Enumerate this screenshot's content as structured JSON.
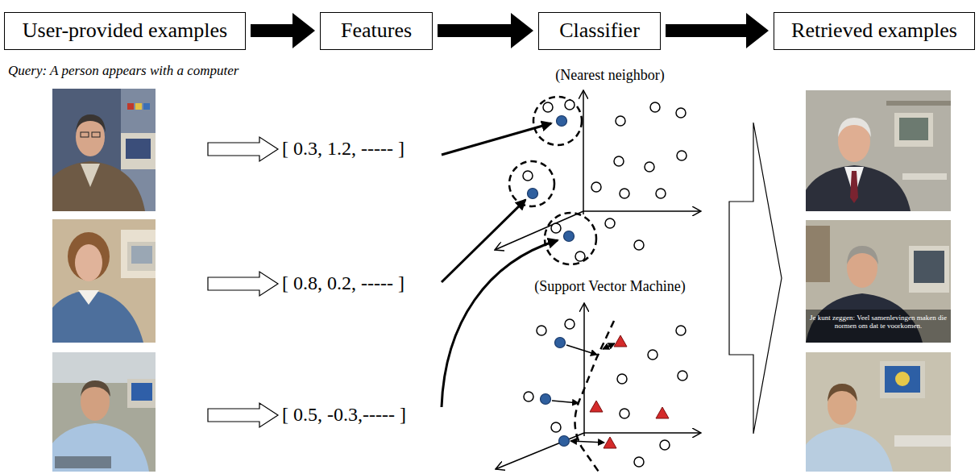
{
  "diagram": {
    "nodes": [
      {
        "text": [
          "User-provided examples"
        ]
      },
      {
        "text": [
          "Features"
        ]
      },
      {
        "text": [
          "Classifier"
        ]
      },
      {
        "text": [
          "Retrieved examples"
        ]
      }
    ],
    "edges": [
      {
        "from": 0,
        "to": 1,
        "arrow": "to"
      },
      {
        "from": 1,
        "to": 2,
        "arrow": "to"
      },
      {
        "from": 2,
        "to": 3,
        "arrow": "to"
      }
    ],
    "labels": [
      "Query: A person appears with a computer",
      "[ 0.3, 1.2, ----- ]",
      "[ 0.8, 0.2, ----- ]",
      "[ 0.5, -0.3,----- ]",
      "(Nearest neighbor)",
      "(Support Vector Machine)",
      "Je kunt zeggen: Veel samenlevingen maken die normen om dat te voorkomen."
    ]
  }
}
